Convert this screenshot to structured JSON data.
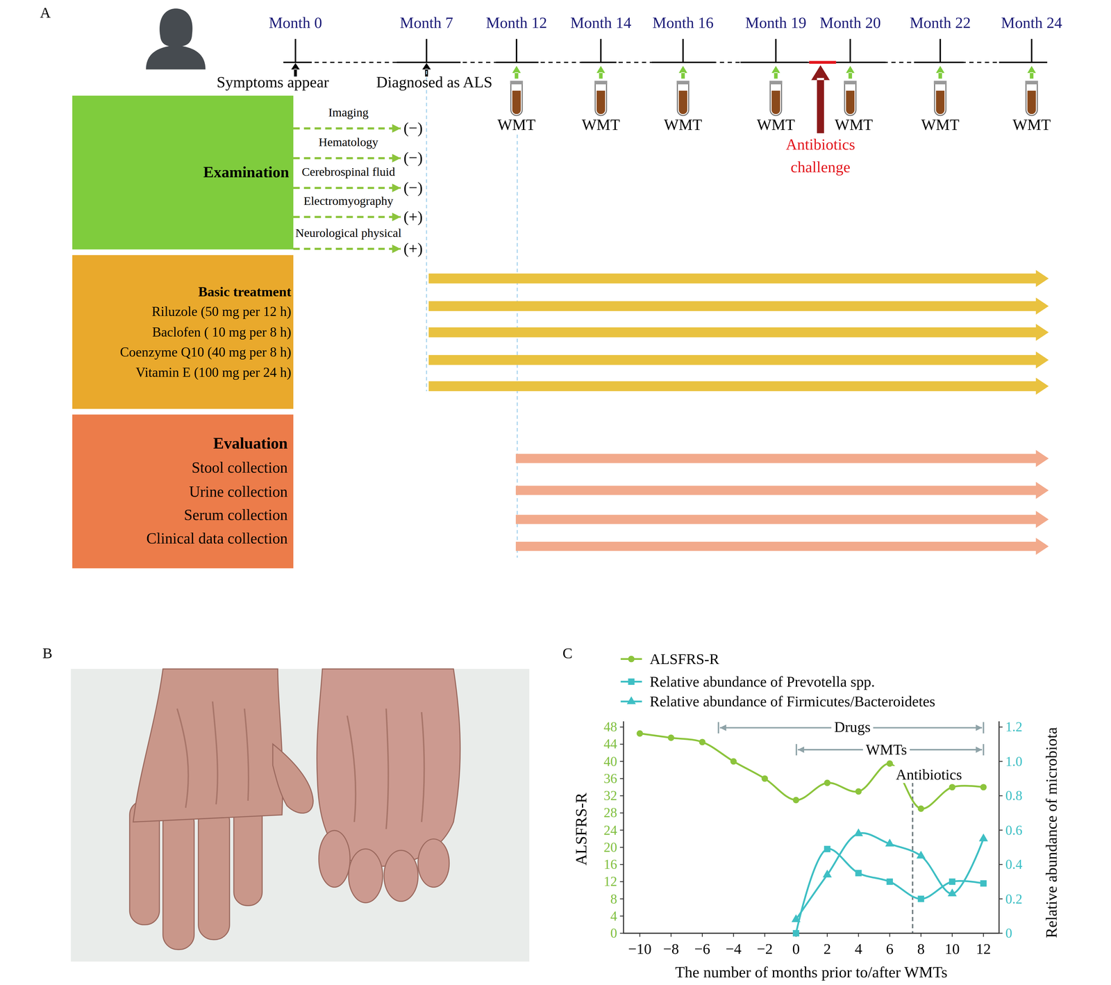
{
  "diagram": {
    "nodes": [
      {
        "text": [
          "Examination"
        ]
      },
      {
        "text": [
          "Basic treatment",
          "Riluzole (50 mg per 12 h)",
          "Baclofen ( 10 mg per 8 h)",
          "Coenzyme Q10 (40 mg per 8 h)",
          "Vitamin E (100 mg per 24 h)"
        ]
      },
      {
        "text": [
          "Evaluation",
          "Stool collection",
          "Urine collection",
          "Serum collection",
          "Clinical data collection"
        ]
      },
      {
        "text": [
          "(−)"
        ]
      },
      {
        "text": [
          "(−)"
        ]
      },
      {
        "text": [
          "(−)"
        ]
      },
      {
        "text": [
          "(+)"
        ]
      },
      {
        "text": [
          "(+)"
        ]
      }
    ],
    "edges": [
      {
        "from": 0,
        "to": 3,
        "label": "Imaging",
        "arrow": "to"
      },
      {
        "from": 0,
        "to": 4,
        "label": "Hematology",
        "arrow": "to"
      },
      {
        "from": 0,
        "to": 5,
        "label": "Cerebrospinal fluid",
        "arrow": "to"
      },
      {
        "from": 0,
        "to": 6,
        "label": "Electromyography",
        "arrow": "to"
      },
      {
        "from": 0,
        "to": 7,
        "label": "Neurological physical",
        "arrow": "to"
      }
    ],
    "labels": [
      "A",
      "Month 0",
      "Month 7",
      "Month 12",
      "Month 14",
      "Month 16",
      "Month 19",
      "Month 20",
      "Month 22",
      "Month 24",
      "Symptoms appear",
      "Diagnosed as ALS",
      "WMT",
      "WMT",
      "WMT",
      "WMT",
      "WMT",
      "WMT",
      "WMT",
      "Antibiotics challenge",
      "B",
      "C",
      "0",
      "4",
      "8",
      "12",
      "16",
      "20",
      "24",
      "28",
      "32",
      "36",
      "40",
      "44",
      "48",
      "0",
      "0.2",
      "0.4",
      "0.6",
      "0.8",
      "1.0",
      "1.2",
      "−10",
      "−8",
      "−6",
      "−4",
      "−2",
      "0",
      "2",
      "4",
      "6",
      "8",
      "10",
      "12",
      "ALSFRS-R",
      "Relative abundance of microbiota",
      "The number of months prior to/after WMTs",
      "Drugs",
      "WMTs",
      "Antibiotics"
    ],
    "legend": [
      {
        "text": "ALSFRS-R"
      },
      {
        "text": "Relative abundance of Prevotella spp."
      },
      {
        "text": "Relative abundance of Firmicutes/Bacteroidetes"
      }
    ]
  }
}
